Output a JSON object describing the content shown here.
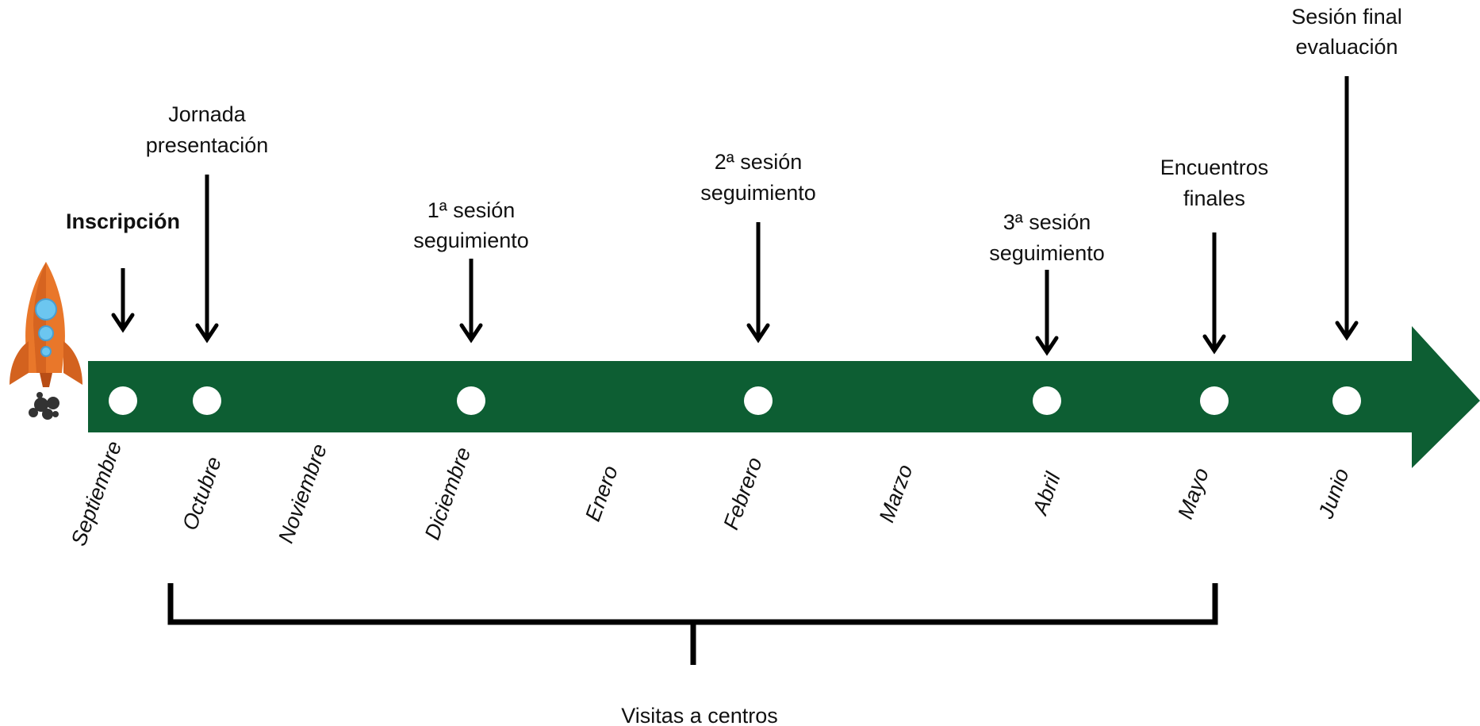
{
  "timeline": {
    "color": "#0d5e33",
    "dot_color": "#ffffff",
    "icon": "rocket-icon"
  },
  "events": [
    {
      "id": "inscripcion",
      "lines": [
        "Inscripción"
      ],
      "bold": true
    },
    {
      "id": "jornada",
      "lines": [
        "Jornada",
        "presentación"
      ],
      "bold": false
    },
    {
      "id": "sesion1",
      "lines": [
        "1ª sesión",
        "seguimiento"
      ],
      "bold": false
    },
    {
      "id": "sesion2",
      "lines": [
        "2ª sesión",
        "seguimiento"
      ],
      "bold": false
    },
    {
      "id": "sesion3",
      "lines": [
        "3ª sesión",
        "seguimiento"
      ],
      "bold": false
    },
    {
      "id": "encuentros",
      "lines": [
        "Encuentros",
        "finales"
      ],
      "bold": false
    },
    {
      "id": "final",
      "lines": [
        "Sesión final",
        "evaluación"
      ],
      "bold": false
    }
  ],
  "months": [
    "Septiembre",
    "Octubre",
    "Noviembre",
    "Diciembre",
    "Enero",
    "Febrero",
    "Marzo",
    "Abril",
    "Mayo",
    "Junio"
  ],
  "bracket": {
    "label": "Visitas a centros"
  }
}
